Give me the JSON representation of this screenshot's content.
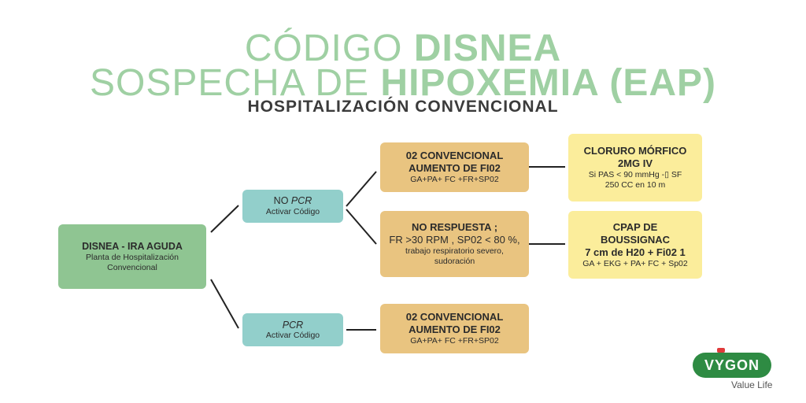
{
  "title": {
    "line1_light": "CÓDIGO",
    "line1_bold": "DISNEA",
    "line2_light": "SOSPECHA DE",
    "line2_bold": "HIPOXEMIA (EAP)",
    "line3": "HOSPITALIZACIÓN CONVENCIONAL"
  },
  "nodes": {
    "root": {
      "line1": "DISNEA - IRA AGUDA",
      "line2": "Planta de Hospitalización",
      "line3": "Convencional"
    },
    "no_pcr": {
      "prefix": "NO",
      "pcr": "PCR",
      "sub": "Activar Código"
    },
    "pcr": {
      "pcr": "PCR",
      "sub": "Activar Código"
    },
    "o2_top": {
      "line1": "02 CONVENCIONAL",
      "line2": "AUMENTO DE FI02",
      "line3": "GA+PA+ FC +FR+SP02"
    },
    "no_resp": {
      "line1": "NO RESPUESTA ;",
      "line2": "FR >30 RPM , SP02 < 80 %,",
      "line3": "trabajo respiratorio severo,",
      "line4": "sudoración"
    },
    "o2_bottom": {
      "line1": "02 CONVENCIONAL",
      "line2": "AUMENTO DE FI02",
      "line3": "GA+PA+ FC +FR+SP02"
    },
    "morphine": {
      "line1": "CLORURO MÓRFICO",
      "line2": "2MG IV",
      "line3": "Si PAS < 90 mmHg -▯ SF",
      "line4": "250 CC en 10 m"
    },
    "cpap": {
      "line1": "CPAP DE",
      "line2": "BOUSSIGNAC",
      "line3": "7 cm de H20 + Fi02 1",
      "line4": "GA + EKG + PA+ FC + Sp02"
    }
  },
  "logo": {
    "brand": "VYGON",
    "tagline": "Value Life"
  },
  "colors": {
    "title_green": "#9fd0a3",
    "subtitle_dark": "#3b3b3b",
    "root_green": "#8fc592",
    "decision_teal": "#92cfcb",
    "action_orange": "#e9c480",
    "treatment_yellow": "#fbed9b",
    "logo_green": "#2e8b43"
  }
}
